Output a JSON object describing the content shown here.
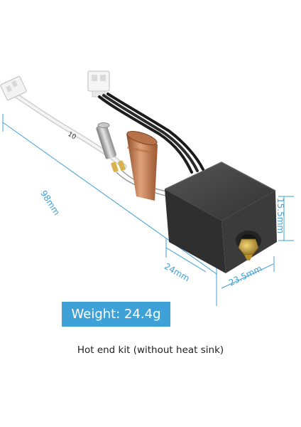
{
  "dimensions": {
    "length": "98mm",
    "depth": "24mm",
    "width": "23.5mm",
    "height": "15.5mm"
  },
  "weight_badge": "Weight: 24.4g",
  "caption": "Hot end kit (without heat sink)",
  "cable_label": "10",
  "colors": {
    "accent": "#3ea2d9",
    "silicone_sock": "#3a3a3a",
    "heatbreak": "#c27a4a",
    "nozzle": "#c9a24a"
  }
}
